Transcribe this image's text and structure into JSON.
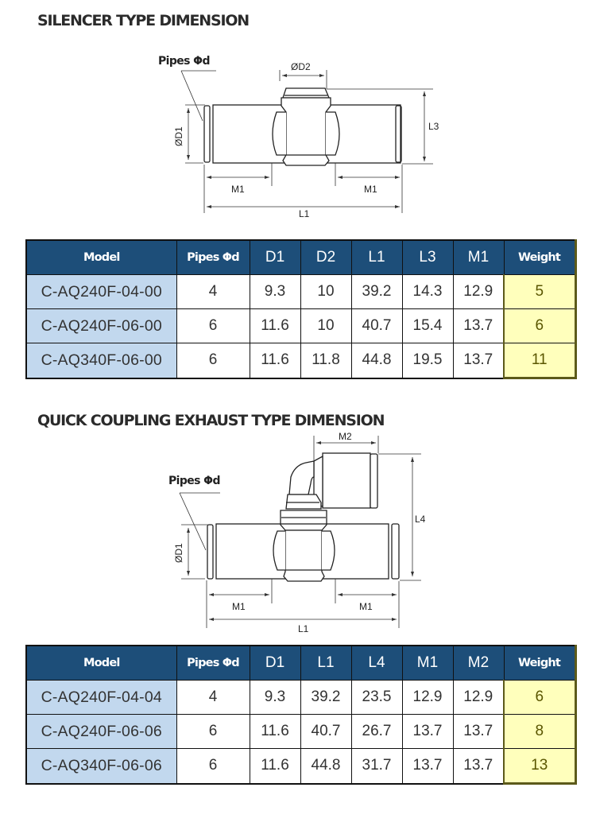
{
  "sections": [
    {
      "title": "SILENCER TYPE DIMENSION",
      "drawing": {
        "pipes_label": "Pipes Φd",
        "dims": {
          "d1": "ØD1",
          "d2": "ØD2",
          "l3": "L3",
          "m1_left": "M1",
          "m1_right": "M1",
          "l1": "L1"
        }
      },
      "table": {
        "headers": [
          "Model",
          "Pipes Φd",
          "D1",
          "D2",
          "L1",
          "L3",
          "M1",
          "Weight"
        ],
        "rows": [
          [
            "C-AQ240F-04-00",
            "4",
            "9.3",
            "10",
            "39.2",
            "14.3",
            "12.9",
            "5"
          ],
          [
            "C-AQ240F-06-00",
            "6",
            "11.6",
            "10",
            "40.7",
            "15.4",
            "13.7",
            "6"
          ],
          [
            "C-AQ340F-06-00",
            "6",
            "11.6",
            "11.8",
            "44.8",
            "19.5",
            "13.7",
            "11"
          ]
        ]
      }
    },
    {
      "title": "QUICK COUPLING EXHAUST TYPE DIMENSION",
      "drawing": {
        "pipes_label": "Pipes Φd",
        "dims": {
          "d1": "ØD1",
          "m2": "M2",
          "l4": "L4",
          "m1_left": "M1",
          "m1_right": "M1",
          "l1": "L1"
        }
      },
      "table": {
        "headers": [
          "Model",
          "Pipes Φd",
          "D1",
          "L1",
          "L4",
          "M1",
          "M2",
          "Weight"
        ],
        "rows": [
          [
            "C-AQ240F-04-04",
            "4",
            "9.3",
            "39.2",
            "23.5",
            "12.9",
            "12.9",
            "6"
          ],
          [
            "C-AQ240F-06-06",
            "6",
            "11.6",
            "40.7",
            "26.7",
            "13.7",
            "13.7",
            "8"
          ],
          [
            "C-AQ340F-06-06",
            "6",
            "11.6",
            "44.8",
            "31.7",
            "13.7",
            "13.7",
            "13"
          ]
        ]
      }
    }
  ],
  "colors": {
    "header_bg": "#1d4e79",
    "model_bg": "#c2d8ee",
    "weight_bg": "#ffffbc"
  }
}
